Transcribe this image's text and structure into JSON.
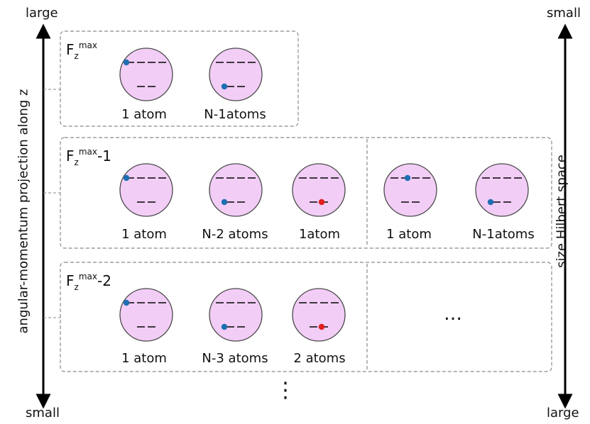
{
  "left_axis": {
    "top_label": "large",
    "bottom_label": "small",
    "title": "angular-momentum projection along z"
  },
  "right_axis": {
    "top_label": "small",
    "bottom_label": "large",
    "title": "size Hilbert space"
  },
  "groups": [
    {
      "fz_main": "F",
      "fz_sub": "z",
      "fz_sup": "max",
      "fz_suffix": "",
      "atoms": [
        {
          "caption": "1 atom",
          "dot": "top-left",
          "color": "#1f6fb2"
        },
        {
          "caption": "N-1atoms",
          "dot": "bottom-left",
          "color": "#1f6fb2"
        }
      ]
    },
    {
      "fz_main": "F",
      "fz_sub": "z",
      "fz_sup": "max",
      "fz_suffix": "-1",
      "atoms": [
        {
          "caption": "1 atom",
          "dot": "top-left",
          "color": "#1f6fb2"
        },
        {
          "caption": "N-2 atoms",
          "dot": "bottom-left",
          "color": "#1f6fb2"
        },
        {
          "caption": "1atom",
          "dot": "bottom-right",
          "color": "#e0201f"
        },
        {
          "caption": "1 atom",
          "dot": "top-mid",
          "color": "#1f6fb2"
        },
        {
          "caption": "N-1atoms",
          "dot": "bottom-left",
          "color": "#1f6fb2"
        }
      ]
    },
    {
      "fz_main": "F",
      "fz_sub": "z",
      "fz_sup": "max",
      "fz_suffix": "-2",
      "atoms": [
        {
          "caption": "1 atom",
          "dot": "top-left",
          "color": "#1f6fb2"
        },
        {
          "caption": "N-3 atoms",
          "dot": "bottom-left",
          "color": "#1f6fb2"
        },
        {
          "caption": "2 atoms",
          "dot": "bottom-right",
          "color": "#e0201f"
        }
      ],
      "ellipsis": "…"
    }
  ],
  "bottom_ellipsis": "⋮",
  "colors": {
    "circle_fill": "#f2cdf6",
    "circle_stroke": "#4a4a4a",
    "box_stroke": "#8a8a8a",
    "dot_blue": "#1f6fb2",
    "dot_red": "#e0201f"
  }
}
